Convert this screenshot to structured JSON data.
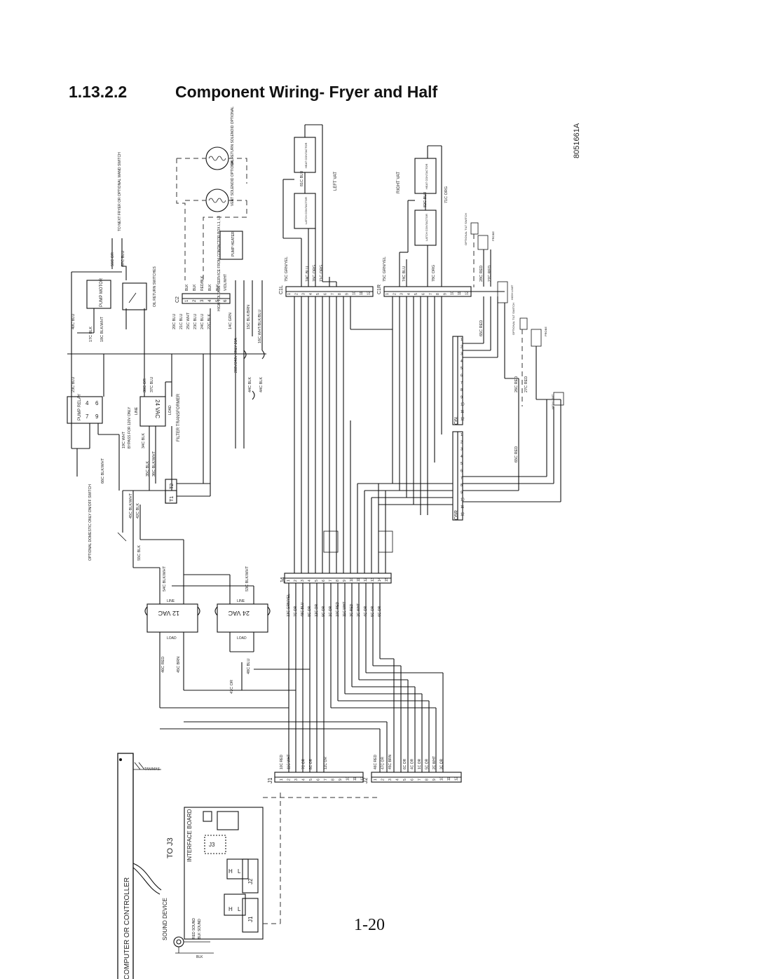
{
  "heading": {
    "number": "1.13.2.2",
    "title": "Component Wiring- Fryer and Half"
  },
  "page_number": "1-20",
  "drawing_number": "8051661A",
  "labels": {
    "computer": "COMPUTER OR CONTROLLER",
    "to_j3": "TO J3",
    "sound_device": "SOUND DEVICE",
    "interface_board": "INTERFACE BOARD",
    "j1": "J1",
    "j2": "J2",
    "j3": "J3",
    "left_vat": "LEFT VAT",
    "right_vat": "RIGHT VAT",
    "heat_contactor": "HEAT CONTACTOR",
    "latch_contactor": "LATCH CONTACTOR",
    "c1l": "C1L",
    "c1r": "C1R",
    "c2": "C2",
    "c6l": "C6L",
    "c6r": "C6R",
    "j4": "J4",
    "t1": "T1",
    "t2": "T2",
    "vac24_filter": "24 VAC",
    "vac24": "24 VAC",
    "vac12": "12 VAC",
    "line": "LINE",
    "load": "LOAD",
    "filter_transformer": "FILTER TRANSFORMER",
    "pump_relay": "PUMP RELAY",
    "pump_motor": "PUMP MOTOR",
    "pump_heater": "PUMP HEATER",
    "oil_return_switches": "OIL RETURN SWITCHES",
    "oil_return_solenoid": "OIL RETURN SOLENOID OPTIONAL",
    "vent_solenoid": "VENT SOLENOID OPTIONAL",
    "to_next_fryer": "TO NEXT FRYER OR OPTIONAL WAND SWITCH",
    "high_voltage": "HIGH VOLTAGE SERVICE FROM CONTACTOR BOX L1, L3",
    "volt_208": "208V/240V ONLY 20A",
    "optional_domestic": "OPTIONAL DOMESTIC ONLY ON/OFF SWITCH",
    "optional_tilt_switch": "OPTIONAL TILT SWITCH",
    "high_limit": "HIGH LIMIT",
    "probe": "PROBE",
    "bypass": "BYPASS FOR 120V ONLY"
  },
  "wires": {
    "w40c": "40C BLU",
    "w23c": "23C BLU",
    "w17c": "17C BLK",
    "w18c": "18C BLK/WHT",
    "w56c": "56C OR",
    "w57c": "57C BLU",
    "w20c": "20C BLU",
    "w21c": "21C BLU",
    "w25c": "25C WHT",
    "w23cb": "23C BLU",
    "w24c": "24C BLU",
    "w22c": "22C BLK",
    "w14c": "14C GRN",
    "w15c": "15C BLK/BRN",
    "w16c": "16C WHT/BLK/BLU",
    "w44c": "44C BLK",
    "w44c2": "44C BLK",
    "w66c": "66C BLK/WHT",
    "w35c": "35C BLK",
    "w36c": "36C BLK/WHT",
    "w34c": "34C BLK",
    "w19c": "19C WHT",
    "w38c": "38C OR",
    "w37c": "37C BLU",
    "w45c": "45C BLK/WHT",
    "w42c": "42C BLK",
    "w55c": "55C BLK",
    "w54c": "54C BLK/WHT",
    "w53c": "53C BLK/WHT",
    "w46c": "46C RED",
    "w45cb": "45C BRN",
    "w47c": "47C OR",
    "w48c": "48C BLU",
    "w75c": "75C GRN/YEL",
    "w74c": "74C BLU",
    "w76c": "76C ORG",
    "w71c": "71C ORG",
    "w78c": "78C ORG",
    "w28c": "28C RED",
    "w27c": "27C RED",
    "w65c": "65C RED",
    "w26c": "26C RED",
    "w81c": "81C BLU",
    "w82c": "82C BLU"
  },
  "connectors": {
    "j1_pins": [
      "1",
      "2",
      "3",
      "4",
      "5",
      "6",
      "7",
      "8",
      "9",
      "10",
      "11",
      "12"
    ],
    "j1_wires": [
      "10C RED",
      "11C WHT",
      "",
      "7C OR",
      "8C OR",
      "",
      "12C OR",
      "",
      "",
      "",
      "",
      ""
    ],
    "j2_pins": [
      "1",
      "2",
      "3",
      "4",
      "5",
      "6",
      "7",
      "8",
      "9",
      "10",
      "11",
      "12"
    ],
    "j2_wires": [
      "46C RED",
      "47C OR",
      "45C BRN",
      "",
      "6C OR",
      "4C OR",
      "1C OR",
      "5C OR",
      "2C WHT",
      "3C OR",
      "",
      ""
    ],
    "j4_pins": [
      "1",
      "2",
      "3",
      "4",
      "5",
      "6",
      "7",
      "8",
      "9",
      "10",
      "11",
      "12",
      "13",
      "14",
      "15"
    ],
    "j4_wires": [
      "13C GRN/YEL",
      "7C OR",
      "48C BLU",
      "8C OR",
      "12C OR",
      "9C OR",
      "1C OR",
      "10C RED",
      "11C WHT",
      "3C RED",
      "2C WHT",
      "4C OR",
      "5C OR",
      "6C OR",
      ""
    ],
    "c1_pins": [
      "1",
      "2",
      "3",
      "4",
      "5",
      "6",
      "7",
      "8",
      "9",
      "10",
      "11",
      "12"
    ],
    "c6_pins": [
      "1",
      "2",
      "3",
      "4",
      "5",
      "6",
      "7",
      "8",
      "9",
      "10",
      "11",
      "12"
    ],
    "c2_pins": [
      "1",
      "2",
      "3",
      "4",
      "5",
      "6"
    ],
    "c2_wires": [
      "BLK",
      "BLK",
      "RED/BLK",
      "BLK",
      "BLK",
      "VIOL/WHT"
    ]
  },
  "colors": {
    "line": "#111111",
    "paper": "#ffffff"
  }
}
